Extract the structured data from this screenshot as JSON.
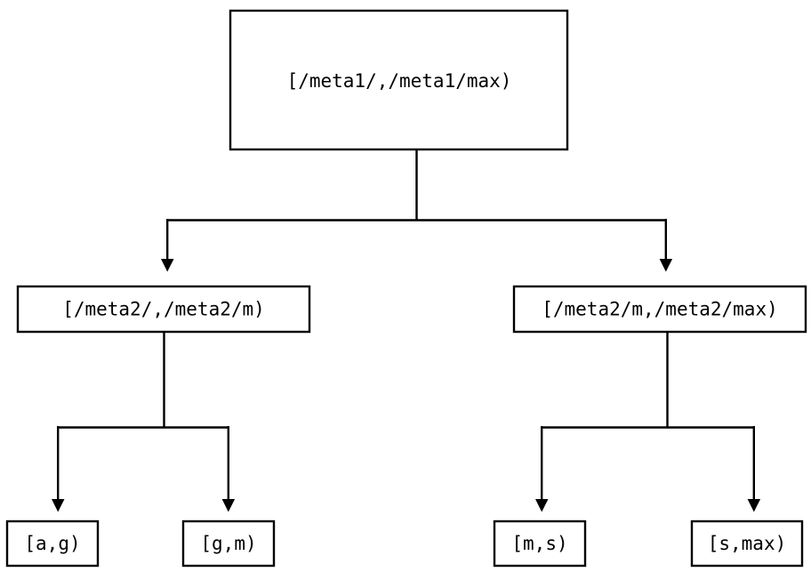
{
  "diagram": {
    "type": "tree",
    "orientation": "top-down",
    "background_color": "#ffffff",
    "line_color": "#000000",
    "text_color": "#000000",
    "nodes": {
      "root": {
        "label": "[/meta1/,/meta1/max)",
        "level": 0
      },
      "mid_left": {
        "label": "[/meta2/,/meta2/m)",
        "level": 1
      },
      "mid_right": {
        "label": "[/meta2/m,/meta2/max)",
        "level": 1
      },
      "leaf_1": {
        "label": "[a,g)",
        "level": 2
      },
      "leaf_2": {
        "label": "[g,m)",
        "level": 2
      },
      "leaf_3": {
        "label": "[m,s)",
        "level": 2
      },
      "leaf_4": {
        "label": "[s,max)",
        "level": 2
      }
    },
    "edges": [
      {
        "from": "root",
        "to": "mid_left",
        "arrow": "down-triangle"
      },
      {
        "from": "root",
        "to": "mid_right",
        "arrow": "down-triangle"
      },
      {
        "from": "mid_left",
        "to": "leaf_1",
        "arrow": "down-triangle"
      },
      {
        "from": "mid_left",
        "to": "leaf_2",
        "arrow": "down-triangle"
      },
      {
        "from": "mid_right",
        "to": "leaf_3",
        "arrow": "down-triangle"
      },
      {
        "from": "mid_right",
        "to": "leaf_4",
        "arrow": "down-triangle"
      }
    ]
  }
}
